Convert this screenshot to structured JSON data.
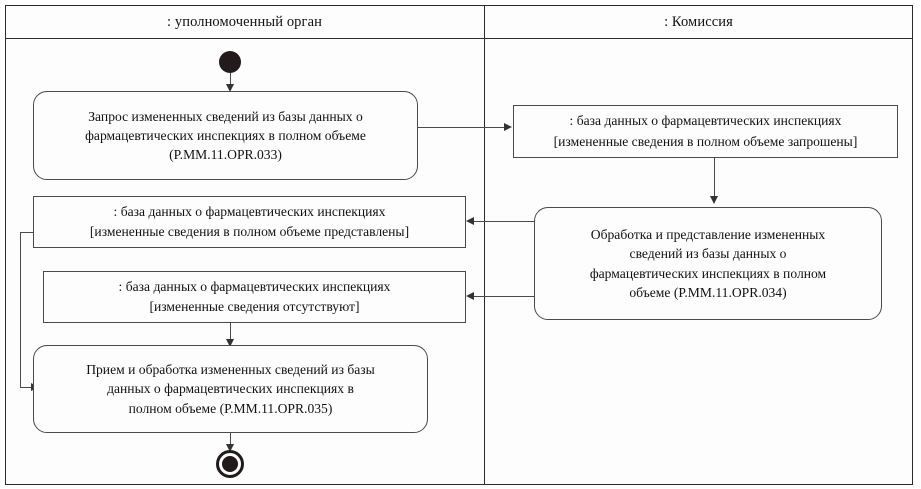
{
  "diagram": {
    "type": "uml-activity-diagram",
    "language": "ru",
    "colors": {
      "frame_border": "#2b2b2b",
      "node_border": "#4a4a4a",
      "connector": "#4a4a4a",
      "node_fill": "#fdfdfd",
      "text": "#111111",
      "marker": "#231b1b"
    },
    "swimlanes": [
      {
        "id": "lane-authority",
        "title": ": уполномоченный орган"
      },
      {
        "id": "lane-commission",
        "title": ": Комиссия"
      }
    ],
    "nodes": {
      "initial": {
        "name": "initial-node"
      },
      "final": {
        "name": "final-node"
      },
      "activity_request": {
        "lines": [
          "Запрос измененных сведений из базы данных о",
          "фармацевтических инспекциях в полном объеме",
          "(P.MM.11.OPR.033)"
        ]
      },
      "object_requested": {
        "title": ": база данных о фармацевтических инспекциях",
        "state": "[измененные сведения в полном объеме запрошены]"
      },
      "activity_process": {
        "lines": [
          "Обработка и представление измененных",
          "сведений из базы данных о",
          "фармацевтических инспекциях в полном",
          "объеме (P.MM.11.OPR.034)"
        ]
      },
      "object_presented": {
        "title": ": база данных о фармацевтических инспекциях",
        "state": "[измененные сведения в полном объеме представлены]"
      },
      "object_absent": {
        "title": ": база данных о фармацевтических инспекциях",
        "state": "[измененные сведения отсутствуют]"
      },
      "activity_receive": {
        "lines": [
          "Прием и обработка измененных сведений из базы",
          "данных о фармацевтических инспекциях в",
          "полном объеме (P.MM.11.OPR.035)"
        ]
      }
    }
  }
}
